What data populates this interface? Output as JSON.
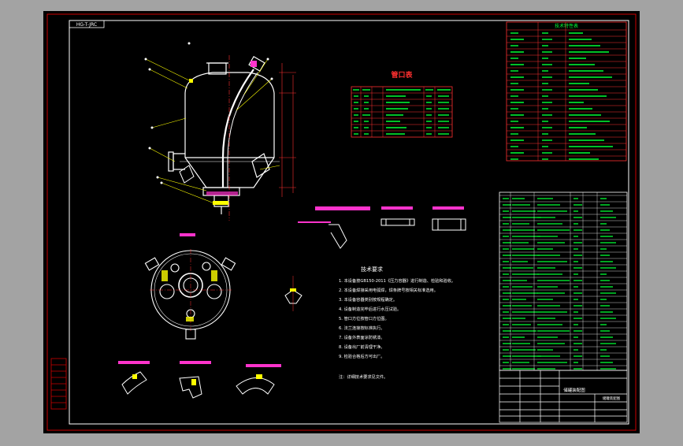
{
  "colors": {
    "window_bg": "#a3a3a3",
    "viewport_bg": "#000000",
    "frame_border": "#cc0000",
    "outline": "#ffffff",
    "vessel_white": "#ffffff",
    "tables_green": "#00ff33",
    "title_red": "#ff3030",
    "dim_red": "#ff3030",
    "leader_yellow": "#ffff00",
    "accent_magenta": "#ff33cc"
  },
  "drawing": {
    "stamp": "HG-T-JRC",
    "nozzle_table_title": "管口表",
    "tech_notes_title": "技术要求",
    "spec_table_title": "技术特性表",
    "title_block_text": "储罐装配图",
    "tech_notes": [
      "1. 本设备按GB150-2011《压力容器》进行制造、检验和验收。",
      "2. 本设备焊接采用电弧焊，焊条牌号按相关标准选用。",
      "3. 本设备容器类别按规程确定。",
      "4. 设备制造完毕后进行水压试验。",
      "5. 管口方位按管口方位图。",
      "6. 法兰连接按标准执行。",
      "7. 设备外表面涂防锈漆。",
      "8. 设备出厂前清理干净。",
      "9. 检验合格后方可出厂。"
    ],
    "tech_notes_footer": "注：详细技术要求见文件。"
  }
}
